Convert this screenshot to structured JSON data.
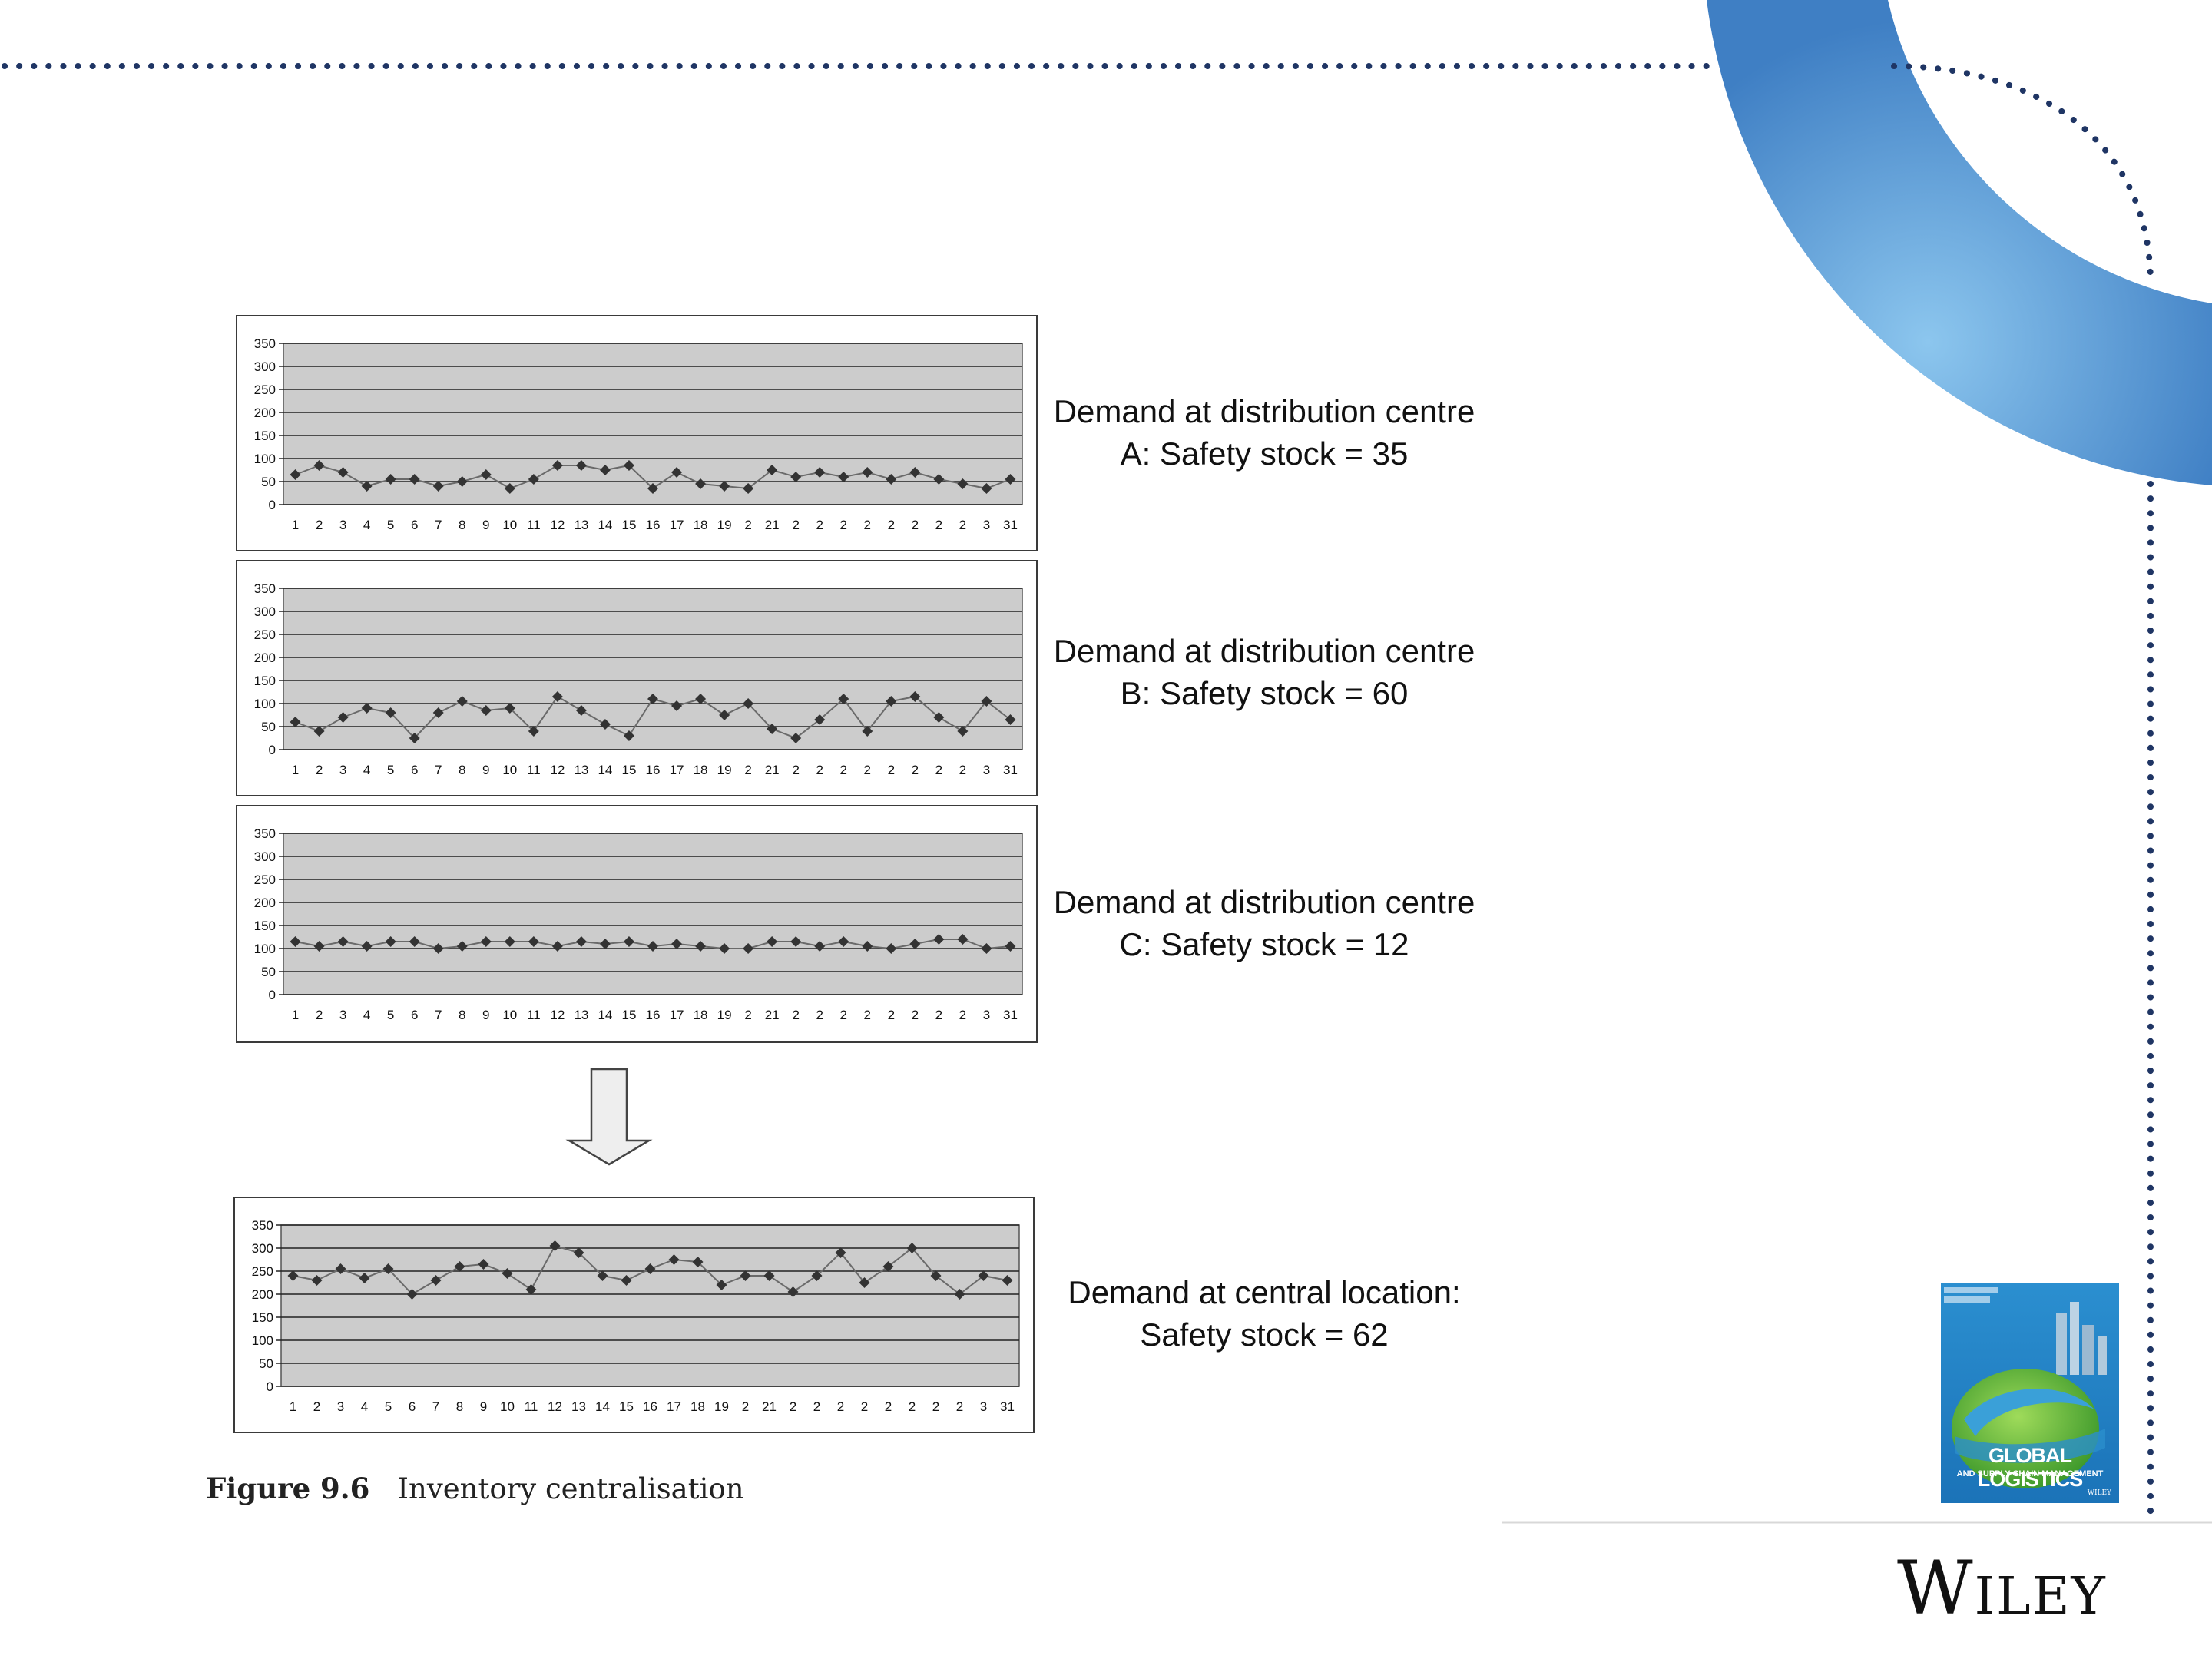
{
  "colors": {
    "dots": "#1f3564",
    "arc_light": "#8cc6ee",
    "arc_dark": "#3f7fc4",
    "plot_bg": "#cccccc",
    "series": "#333333"
  },
  "charts": [
    {
      "label": "Demand at distribution centre A: Safety stock = 35",
      "chart_data": {
        "type": "line",
        "categories": [
          "1",
          "2",
          "3",
          "4",
          "5",
          "6",
          "7",
          "8",
          "9",
          "10",
          "11",
          "12",
          "13",
          "14",
          "15",
          "16",
          "17",
          "18",
          "19",
          "2",
          "21",
          "2",
          "2",
          "2",
          "2",
          "2",
          "2",
          "2",
          "2",
          "3",
          "31"
        ],
        "yticks": [
          "0",
          "50",
          "100",
          "150",
          "200",
          "250",
          "300",
          "350"
        ],
        "ylim": [
          0,
          350
        ],
        "grid": true,
        "series": [
          {
            "values": [
              65,
              85,
              70,
              40,
              55,
              55,
              40,
              50,
              65,
              35,
              55,
              85,
              85,
              75,
              85,
              35,
              70,
              45,
              40,
              35,
              75,
              60,
              70,
              60,
              70,
              55,
              70,
              55,
              45,
              35,
              55
            ]
          }
        ]
      }
    },
    {
      "label": "Demand at distribution centre B: Safety stock = 60",
      "chart_data": {
        "type": "line",
        "categories": [
          "1",
          "2",
          "3",
          "4",
          "5",
          "6",
          "7",
          "8",
          "9",
          "10",
          "11",
          "12",
          "13",
          "14",
          "15",
          "16",
          "17",
          "18",
          "19",
          "2",
          "21",
          "2",
          "2",
          "2",
          "2",
          "2",
          "2",
          "2",
          "2",
          "3",
          "31"
        ],
        "yticks": [
          "0",
          "50",
          "100",
          "150",
          "200",
          "250",
          "300",
          "350"
        ],
        "ylim": [
          0,
          350
        ],
        "grid": true,
        "series": [
          {
            "values": [
              60,
              40,
              70,
              90,
              80,
              25,
              80,
              105,
              85,
              90,
              40,
              115,
              85,
              55,
              30,
              110,
              95,
              110,
              75,
              100,
              45,
              25,
              65,
              110,
              40,
              105,
              115,
              70,
              40,
              105,
              65
            ]
          }
        ]
      }
    },
    {
      "label": "Demand at distribution centre C: Safety stock = 12",
      "chart_data": {
        "type": "line",
        "categories": [
          "1",
          "2",
          "3",
          "4",
          "5",
          "6",
          "7",
          "8",
          "9",
          "10",
          "11",
          "12",
          "13",
          "14",
          "15",
          "16",
          "17",
          "18",
          "19",
          "2",
          "21",
          "2",
          "2",
          "2",
          "2",
          "2",
          "2",
          "2",
          "2",
          "3",
          "31"
        ],
        "yticks": [
          "0",
          "50",
          "100",
          "150",
          "200",
          "250",
          "300",
          "350"
        ],
        "ylim": [
          0,
          350
        ],
        "grid": true,
        "series": [
          {
            "values": [
              115,
              105,
              115,
              105,
              115,
              115,
              100,
              105,
              115,
              115,
              115,
              105,
              115,
              110,
              115,
              105,
              110,
              105,
              100,
              100,
              115,
              115,
              105,
              115,
              105,
              100,
              110,
              120,
              120,
              100,
              105
            ]
          }
        ]
      }
    },
    {
      "label": "Demand at central location: Safety stock = 62",
      "chart_data": {
        "type": "line",
        "categories": [
          "1",
          "2",
          "3",
          "4",
          "5",
          "6",
          "7",
          "8",
          "9",
          "10",
          "11",
          "12",
          "13",
          "14",
          "15",
          "16",
          "17",
          "18",
          "19",
          "2",
          "21",
          "2",
          "2",
          "2",
          "2",
          "2",
          "2",
          "2",
          "2",
          "3",
          "31"
        ],
        "yticks": [
          "0",
          "50",
          "100",
          "150",
          "200",
          "250",
          "300",
          "350"
        ],
        "ylim": [
          0,
          350
        ],
        "grid": true,
        "series": [
          {
            "values": [
              240,
              230,
              255,
              235,
              255,
              200,
              230,
              260,
              265,
              245,
              210,
              305,
              290,
              240,
              230,
              255,
              275,
              270,
              220,
              240,
              240,
              205,
              240,
              290,
              225,
              260,
              300,
              240,
              200,
              240,
              230
            ]
          }
        ]
      }
    }
  ],
  "caption": {
    "figure": "Figure 9.6",
    "text": "Inventory centralisation"
  },
  "cover": {
    "title": "GLOBAL LOGISTICS",
    "subtitle": "AND SUPPLY CHAIN MANAGEMENT",
    "publisher": "WILEY"
  },
  "brand": "Wiley"
}
